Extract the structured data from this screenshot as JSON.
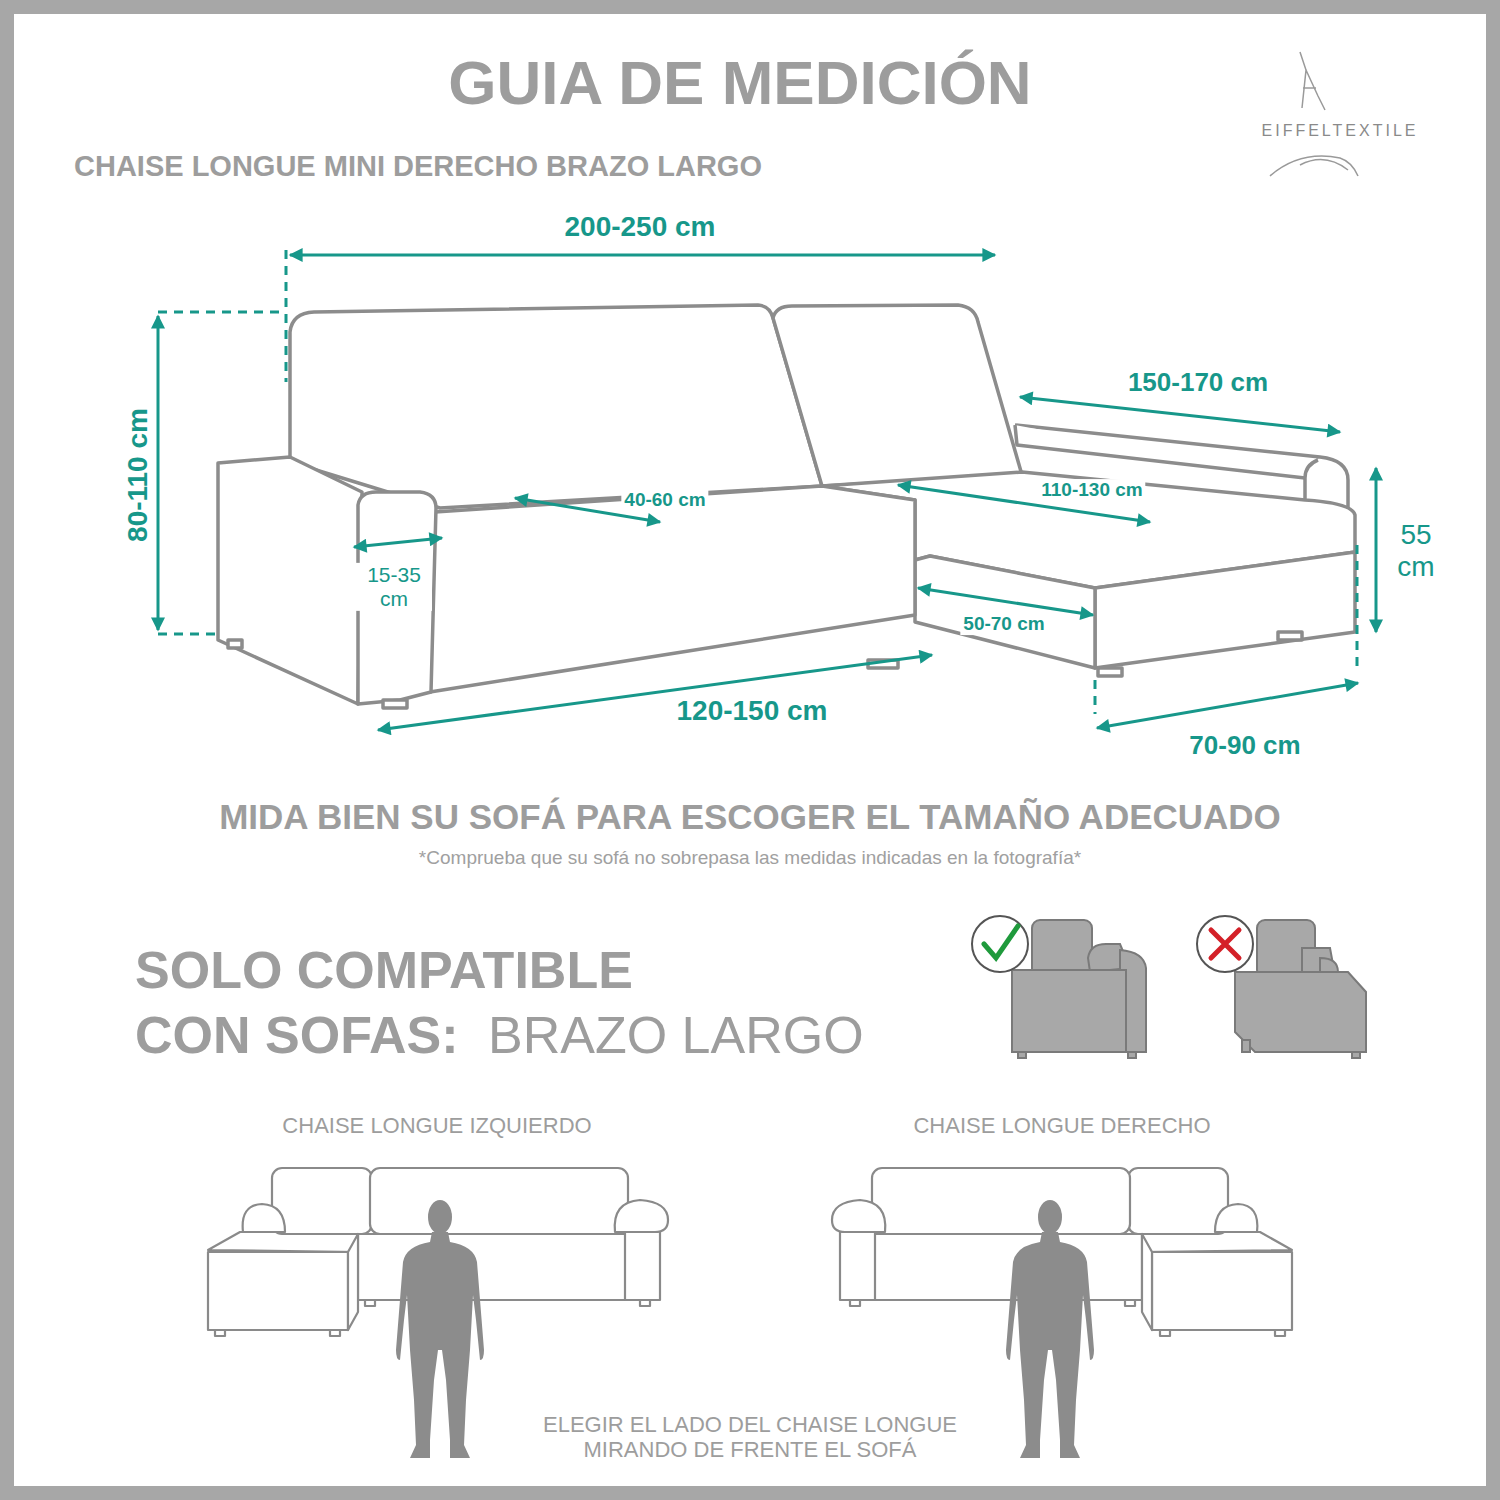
{
  "diagram": {
    "title": "GUIA DE MEDICIÓN",
    "labels": [
      "CHAISE LONGUE MINI DERECHO BRAZO LARGO",
      "EIFFELTEXTILE",
      "200-250 cm",
      "80-110 cm",
      "150-170 cm",
      "40-60 cm",
      "110-130 cm",
      "15-35 cm",
      "55 cm",
      "50-70 cm",
      "120-150 cm",
      "70-90 cm",
      "MIDA BIEN SU SOFÁ PARA ESCOGER EL TAMAÑO ADECUADO",
      "*Comprueba que su sofá no sobrepasa las medidas indicadas en la fotografía*",
      "SOLO COMPATIBLE CON SOFAS:",
      "BRAZO LARGO",
      "CHAISE LONGUE IZQUIERDO",
      "CHAISE LONGUE DERECHO",
      "ELEGIR EL LADO DEL CHAISE LONGUE MIRANDO DE FRENTE EL SOFÁ"
    ]
  }
}
